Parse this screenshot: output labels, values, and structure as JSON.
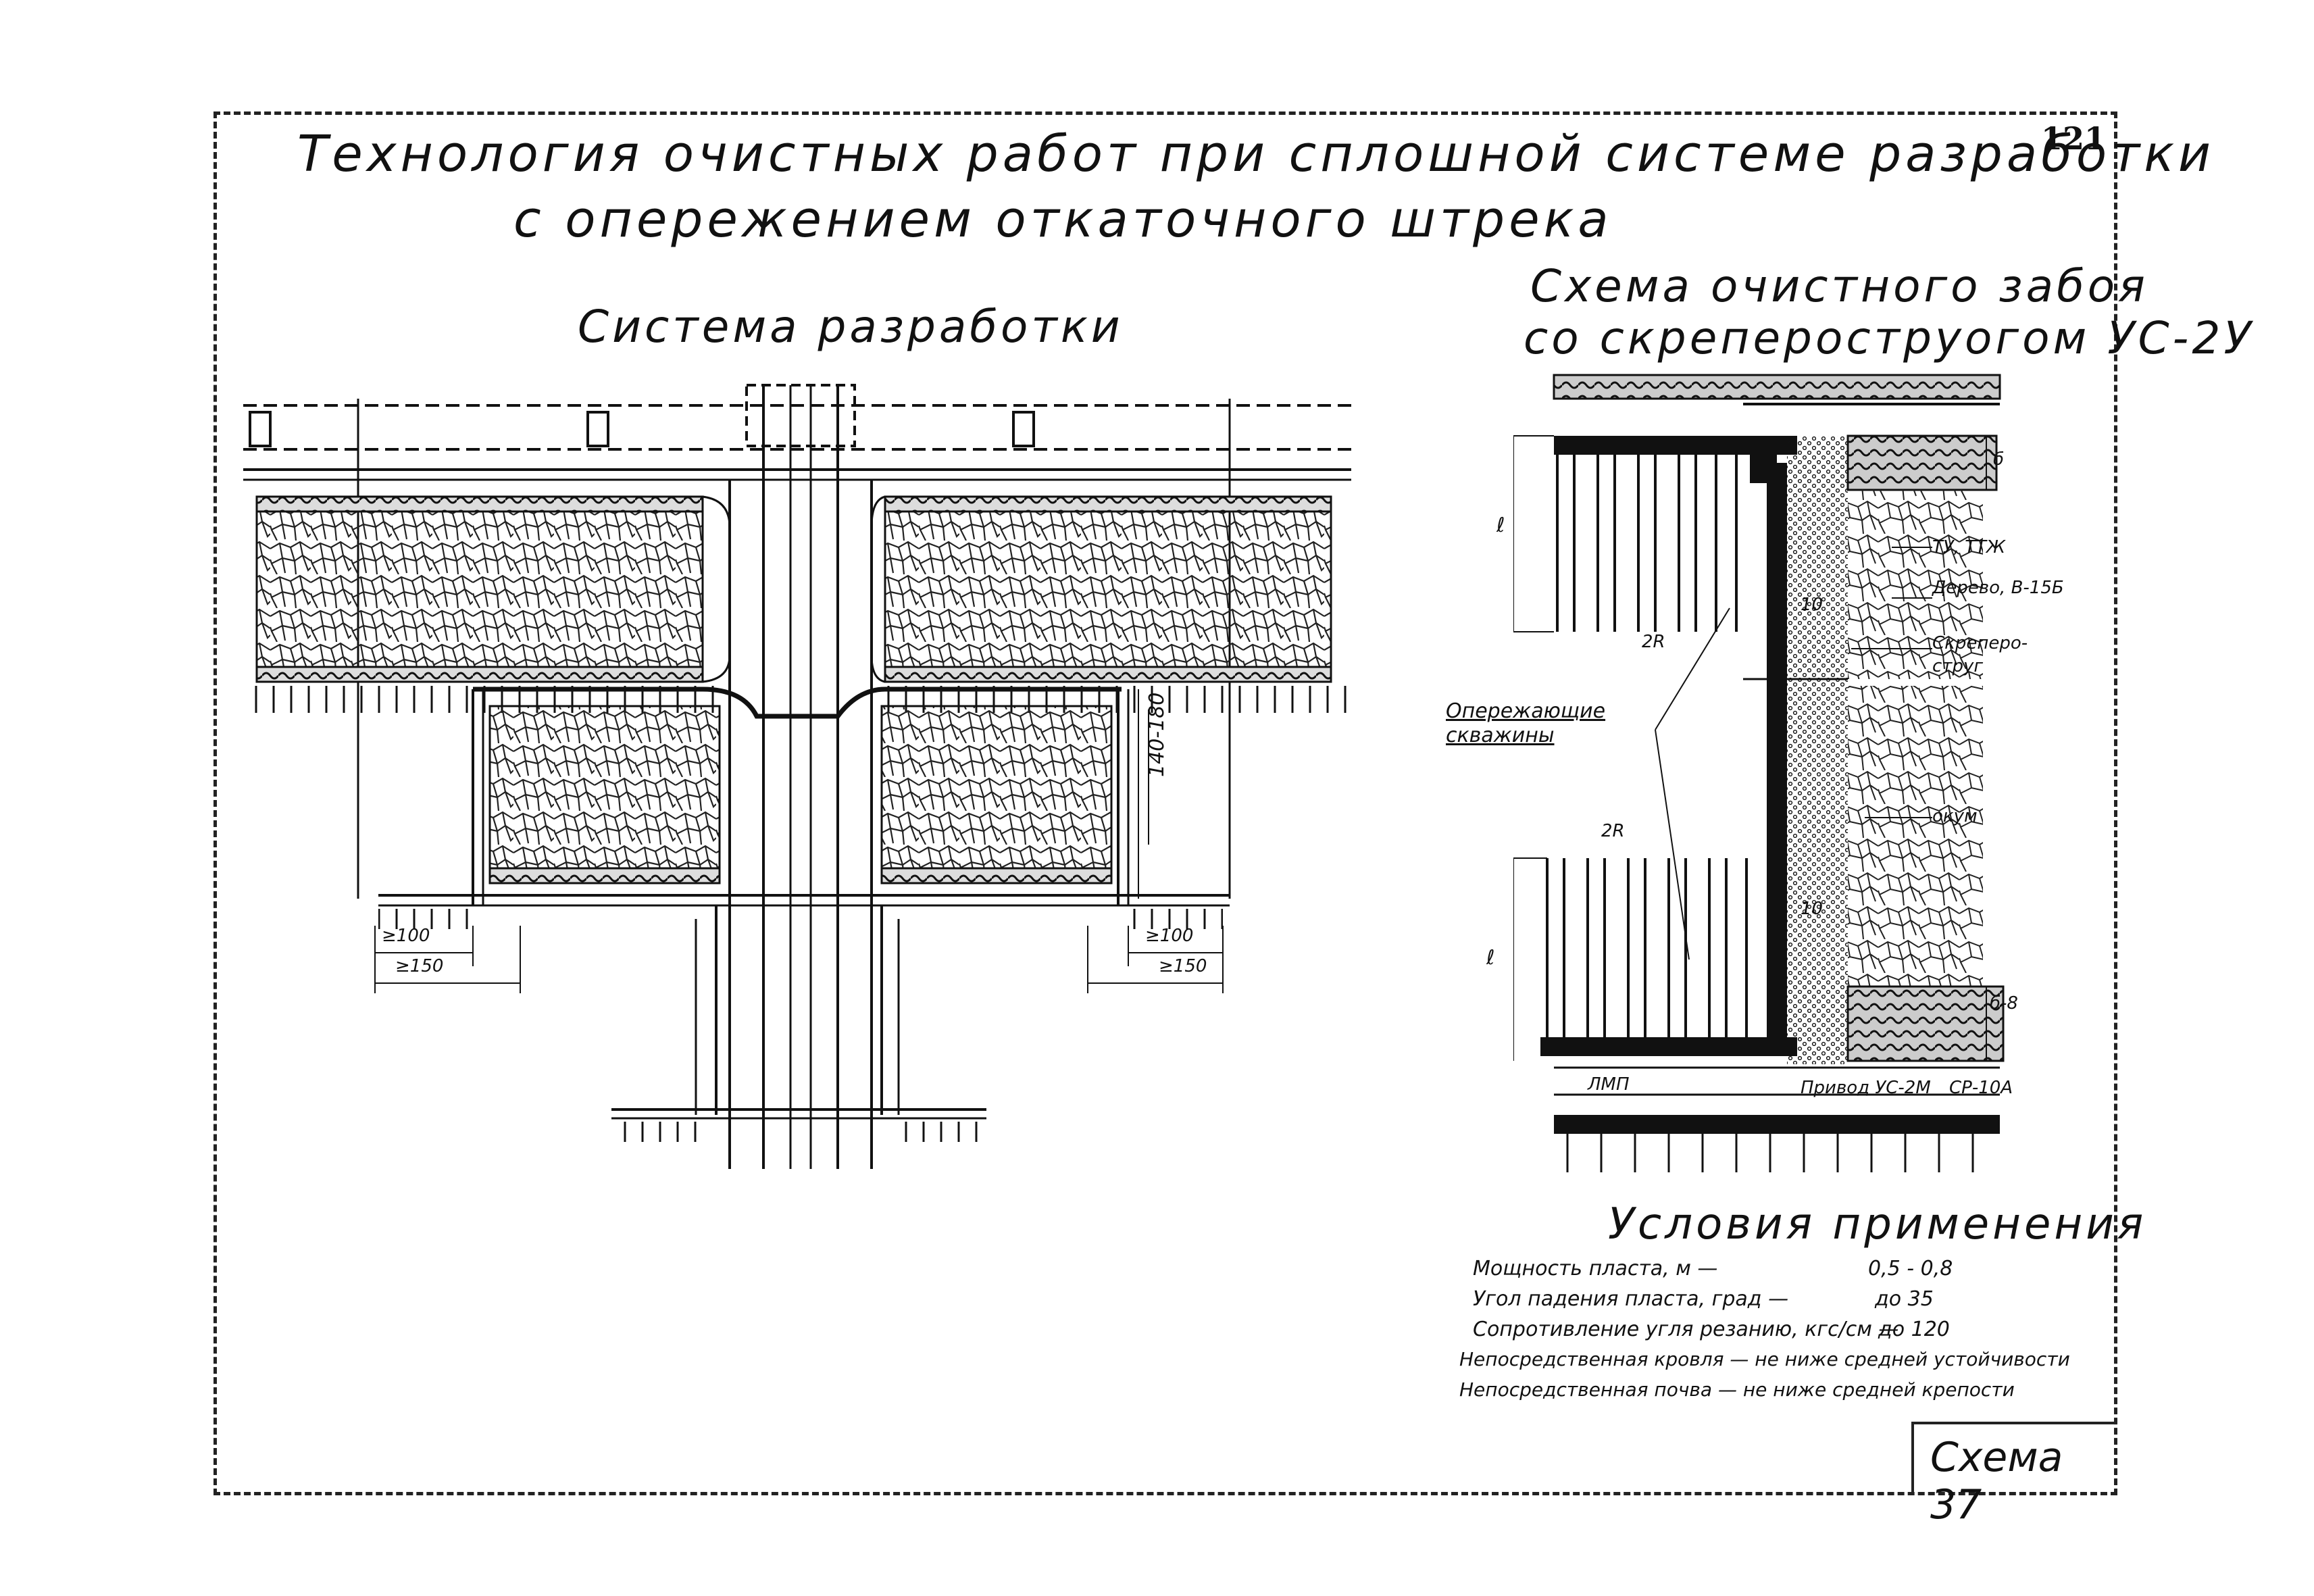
{
  "page_number": "121",
  "title": {
    "line1": "Технология очистных работ при сплошной системе разработки",
    "line2": "с опережением откаточного штрека"
  },
  "left_diagram": {
    "heading": "Система разработки",
    "dimensions": {
      "pillar_height": "140-180",
      "left_min1": "≥100",
      "left_min2": "≥150",
      "right_min1": "≥100",
      "right_min2": "≥150"
    }
  },
  "right_diagram": {
    "heading_line1": "Схема очистного забоя",
    "heading_line2": "со скрепероструогом УС-2У",
    "labels": {
      "l_top": "ℓ",
      "l_bottom": "ℓ",
      "spacing_top": "2R",
      "spacing_bottom": "2R",
      "ten_top": "10",
      "ten_bottom": "10",
      "b_top": "б",
      "b_bottom": "б-8",
      "support": "ТУ, ТТЖ",
      "wood": "Дерево, В-15Б",
      "scraper_plow": "Скреперо-струг",
      "advance_holes": "Опережающие скважины",
      "cover": "окум",
      "lmp": "ЛМП",
      "drive": "Привод УС-2М",
      "sr": "СР-10А"
    }
  },
  "conditions": {
    "heading": "Условия применения",
    "rows": [
      {
        "label": "Мощность пласта, м —",
        "value": "0,5 - 0,8"
      },
      {
        "label": "Угол падения пласта, град —",
        "value": "до 35"
      },
      {
        "label": "Сопротивление угля резанию, кгс/см —",
        "value": "до 120"
      },
      {
        "label": "Непосредственная кровля — не ниже средней устойчивости",
        "value": ""
      },
      {
        "label": "Непосредственная почва — не ниже средней крепости",
        "value": ""
      }
    ]
  },
  "scheme_label": "Схема 37"
}
